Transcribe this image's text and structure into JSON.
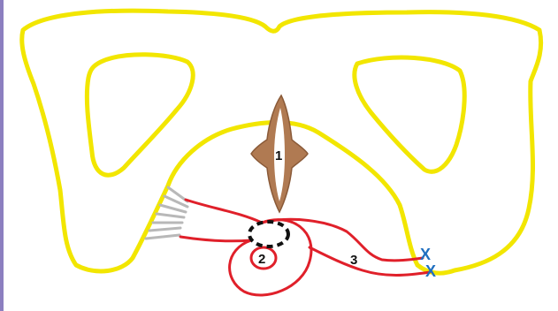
{
  "colors": {
    "bone_outline": "#f2e600",
    "structure_fill": "#b07a52",
    "structure_stroke": "#8a5a38",
    "vessel": "#e0202a",
    "vessel_inner": "#ffffff",
    "fibers": "#b8b8b8",
    "dashed_ring": "#111111",
    "cross_mark": "#1f6fc0",
    "left_rule": "#8c7fc0"
  },
  "markers": {
    "m1": "1",
    "m2": "2",
    "m3": "3"
  },
  "crosses": {
    "upper": "X",
    "lower": "X"
  }
}
